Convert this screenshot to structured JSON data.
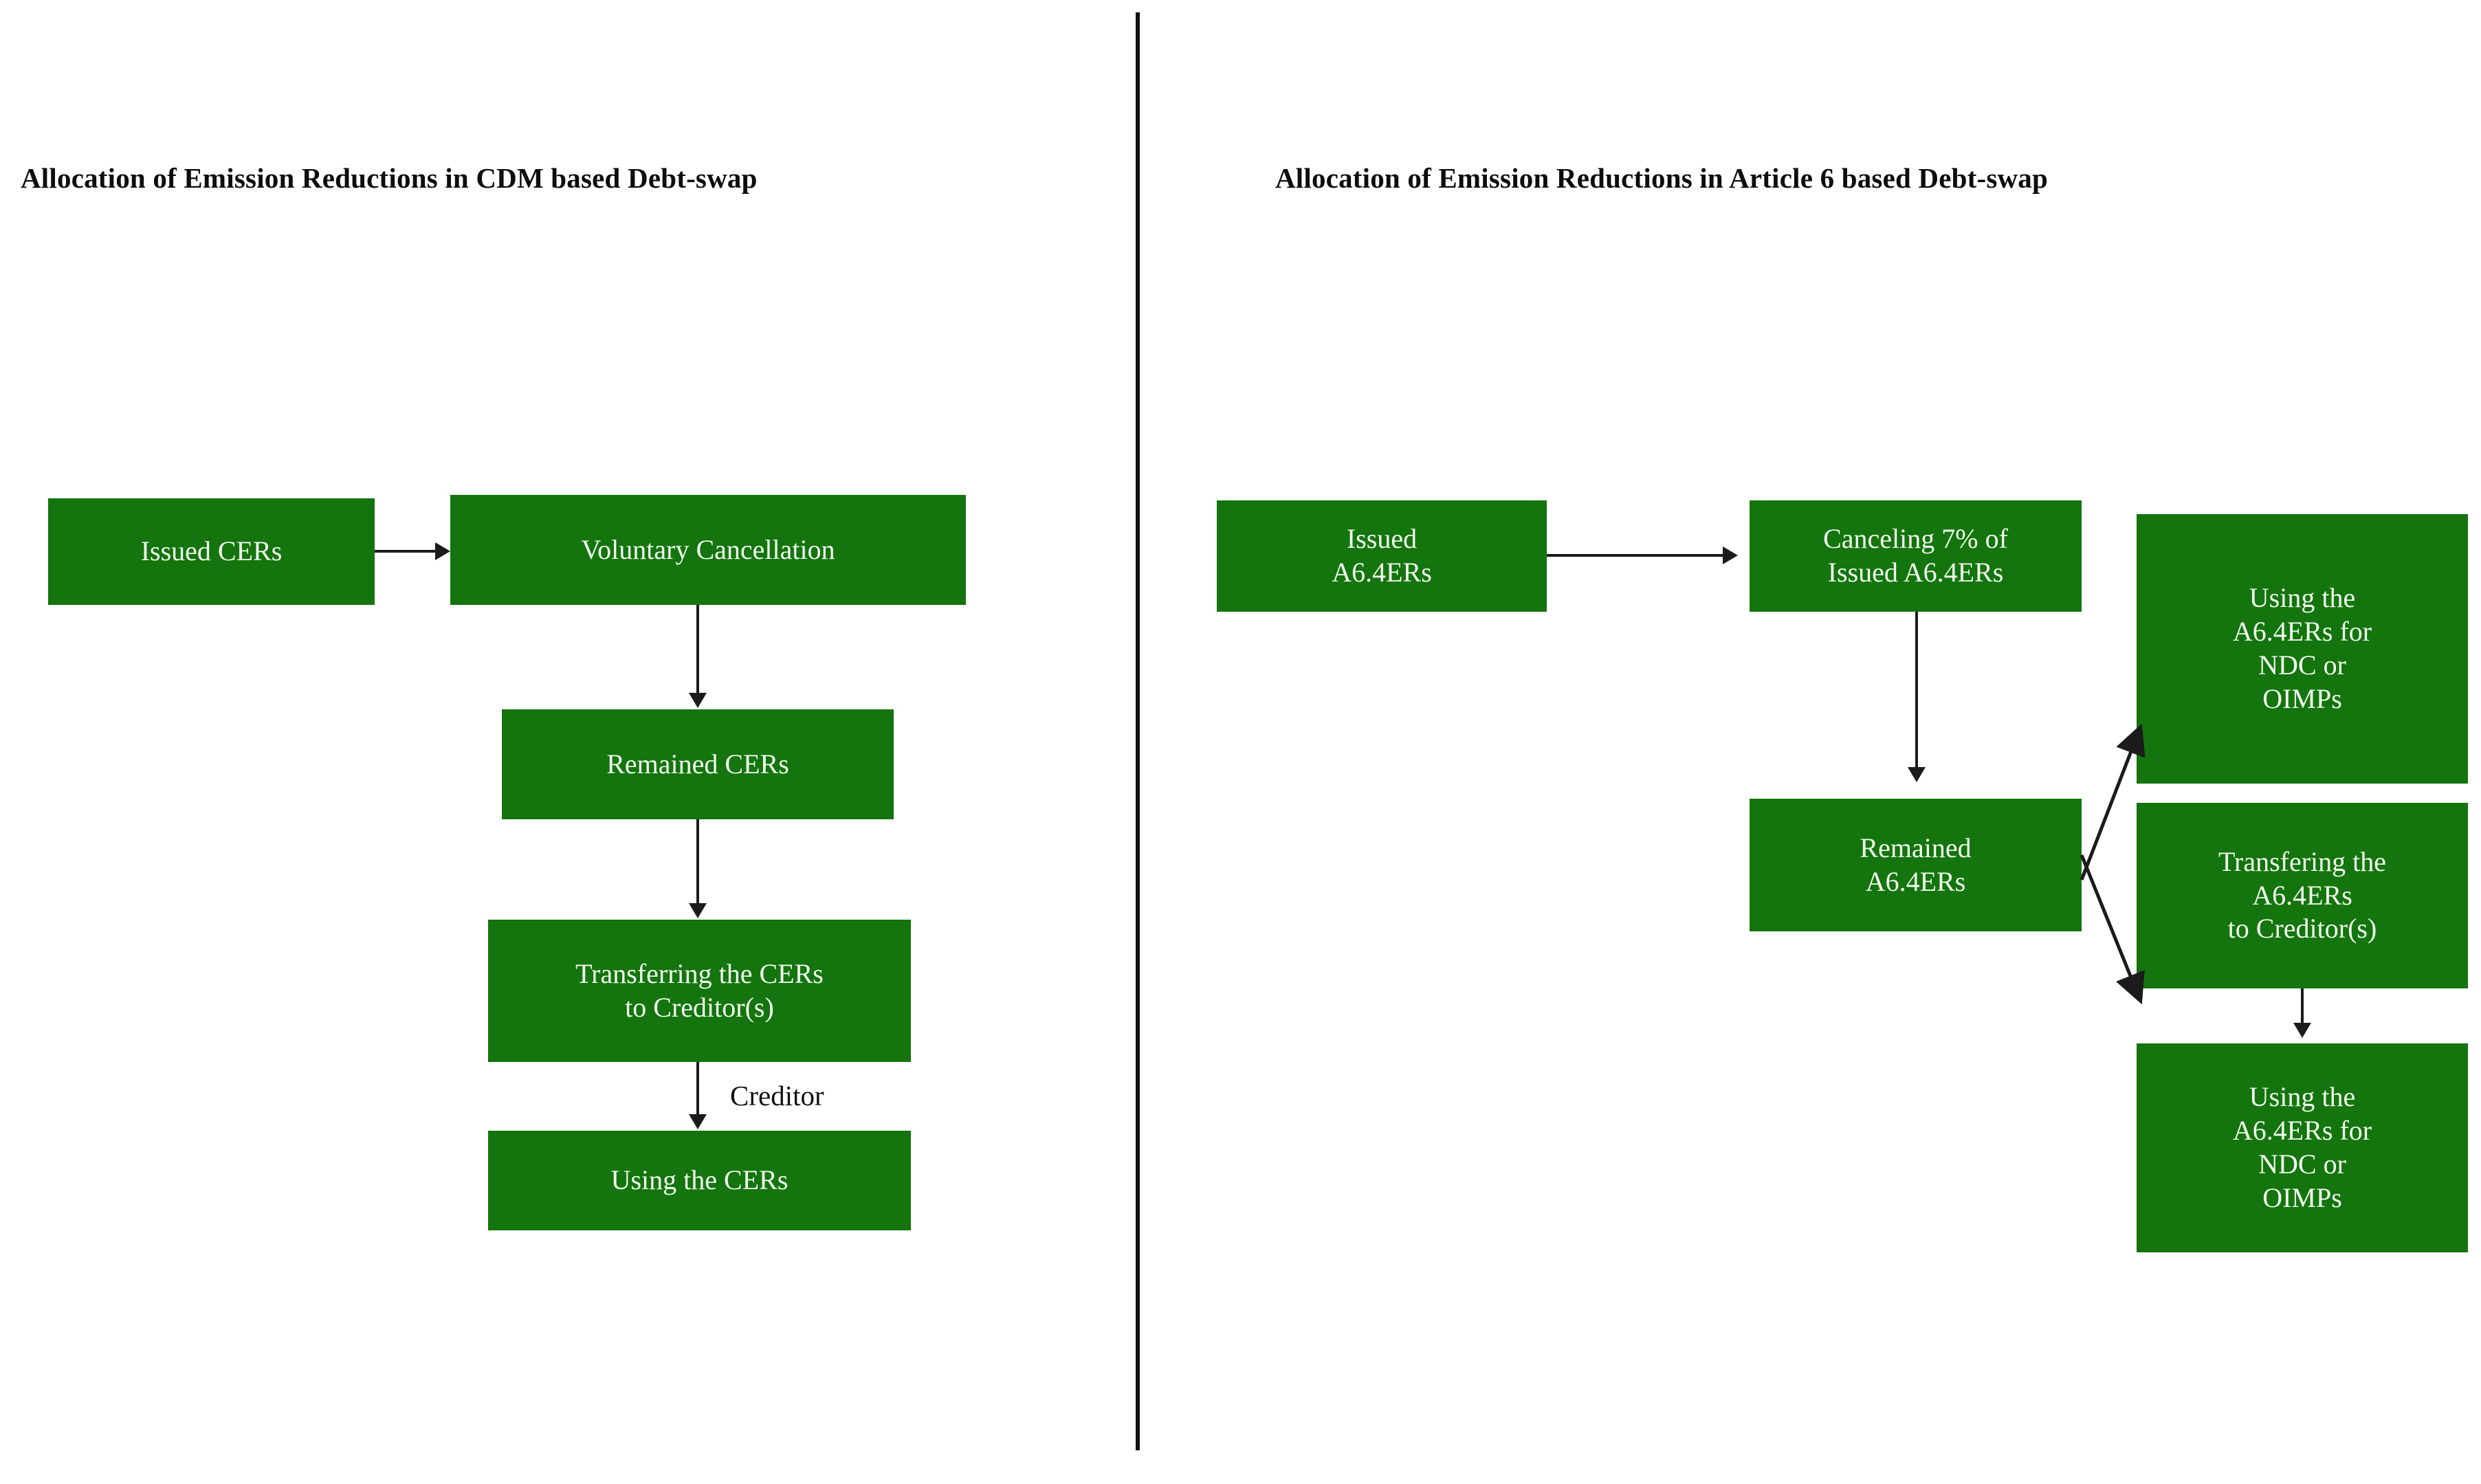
{
  "figure": {
    "background_color": "#ffffff",
    "node_fill_color": "#14740d",
    "node_text_color": "#f2fff0",
    "connector_color": "#1b1b1b",
    "divider_color": "#111111"
  },
  "panels": [
    {
      "id": "cdm",
      "title": "Allocation of Emission Reductions in CDM based Debt-swap",
      "nodes": [
        {
          "id": "issued-cers",
          "label": "Issued CERs"
        },
        {
          "id": "voluntary-cancel",
          "label": "Voluntary Cancellation"
        },
        {
          "id": "remained-cers",
          "label": "Remained CERs"
        },
        {
          "id": "transfer-cers",
          "label": "Transferring the CERs\nto Creditor(s)"
        },
        {
          "id": "using-cers",
          "label": "Using the CERs"
        }
      ],
      "edge_labels": [
        {
          "id": "creditor",
          "label": "Creditor"
        }
      ]
    },
    {
      "id": "article6",
      "title": "Allocation of Emission Reductions in Article 6 based Debt-swap",
      "nodes": [
        {
          "id": "issued-a64ers",
          "label": "Issued\nA6.4ERs"
        },
        {
          "id": "cancel-7pct",
          "label": "Canceling 7% of\nIssued A6.4ERs"
        },
        {
          "id": "using-a64ers-top",
          "label": "Using the\nA6.4ERs for\nNDC or\nOIMPs"
        },
        {
          "id": "remained-a64ers",
          "label": "Remained\nA6.4ERs"
        },
        {
          "id": "transfer-a64ers",
          "label": "Transfering the\nA6.4ERs\nto Creditor(s)"
        },
        {
          "id": "using-a64ers-bot",
          "label": "Using the\nA6.4ERs for\nNDC or\nOIMPs"
        }
      ],
      "edge_labels": []
    }
  ]
}
